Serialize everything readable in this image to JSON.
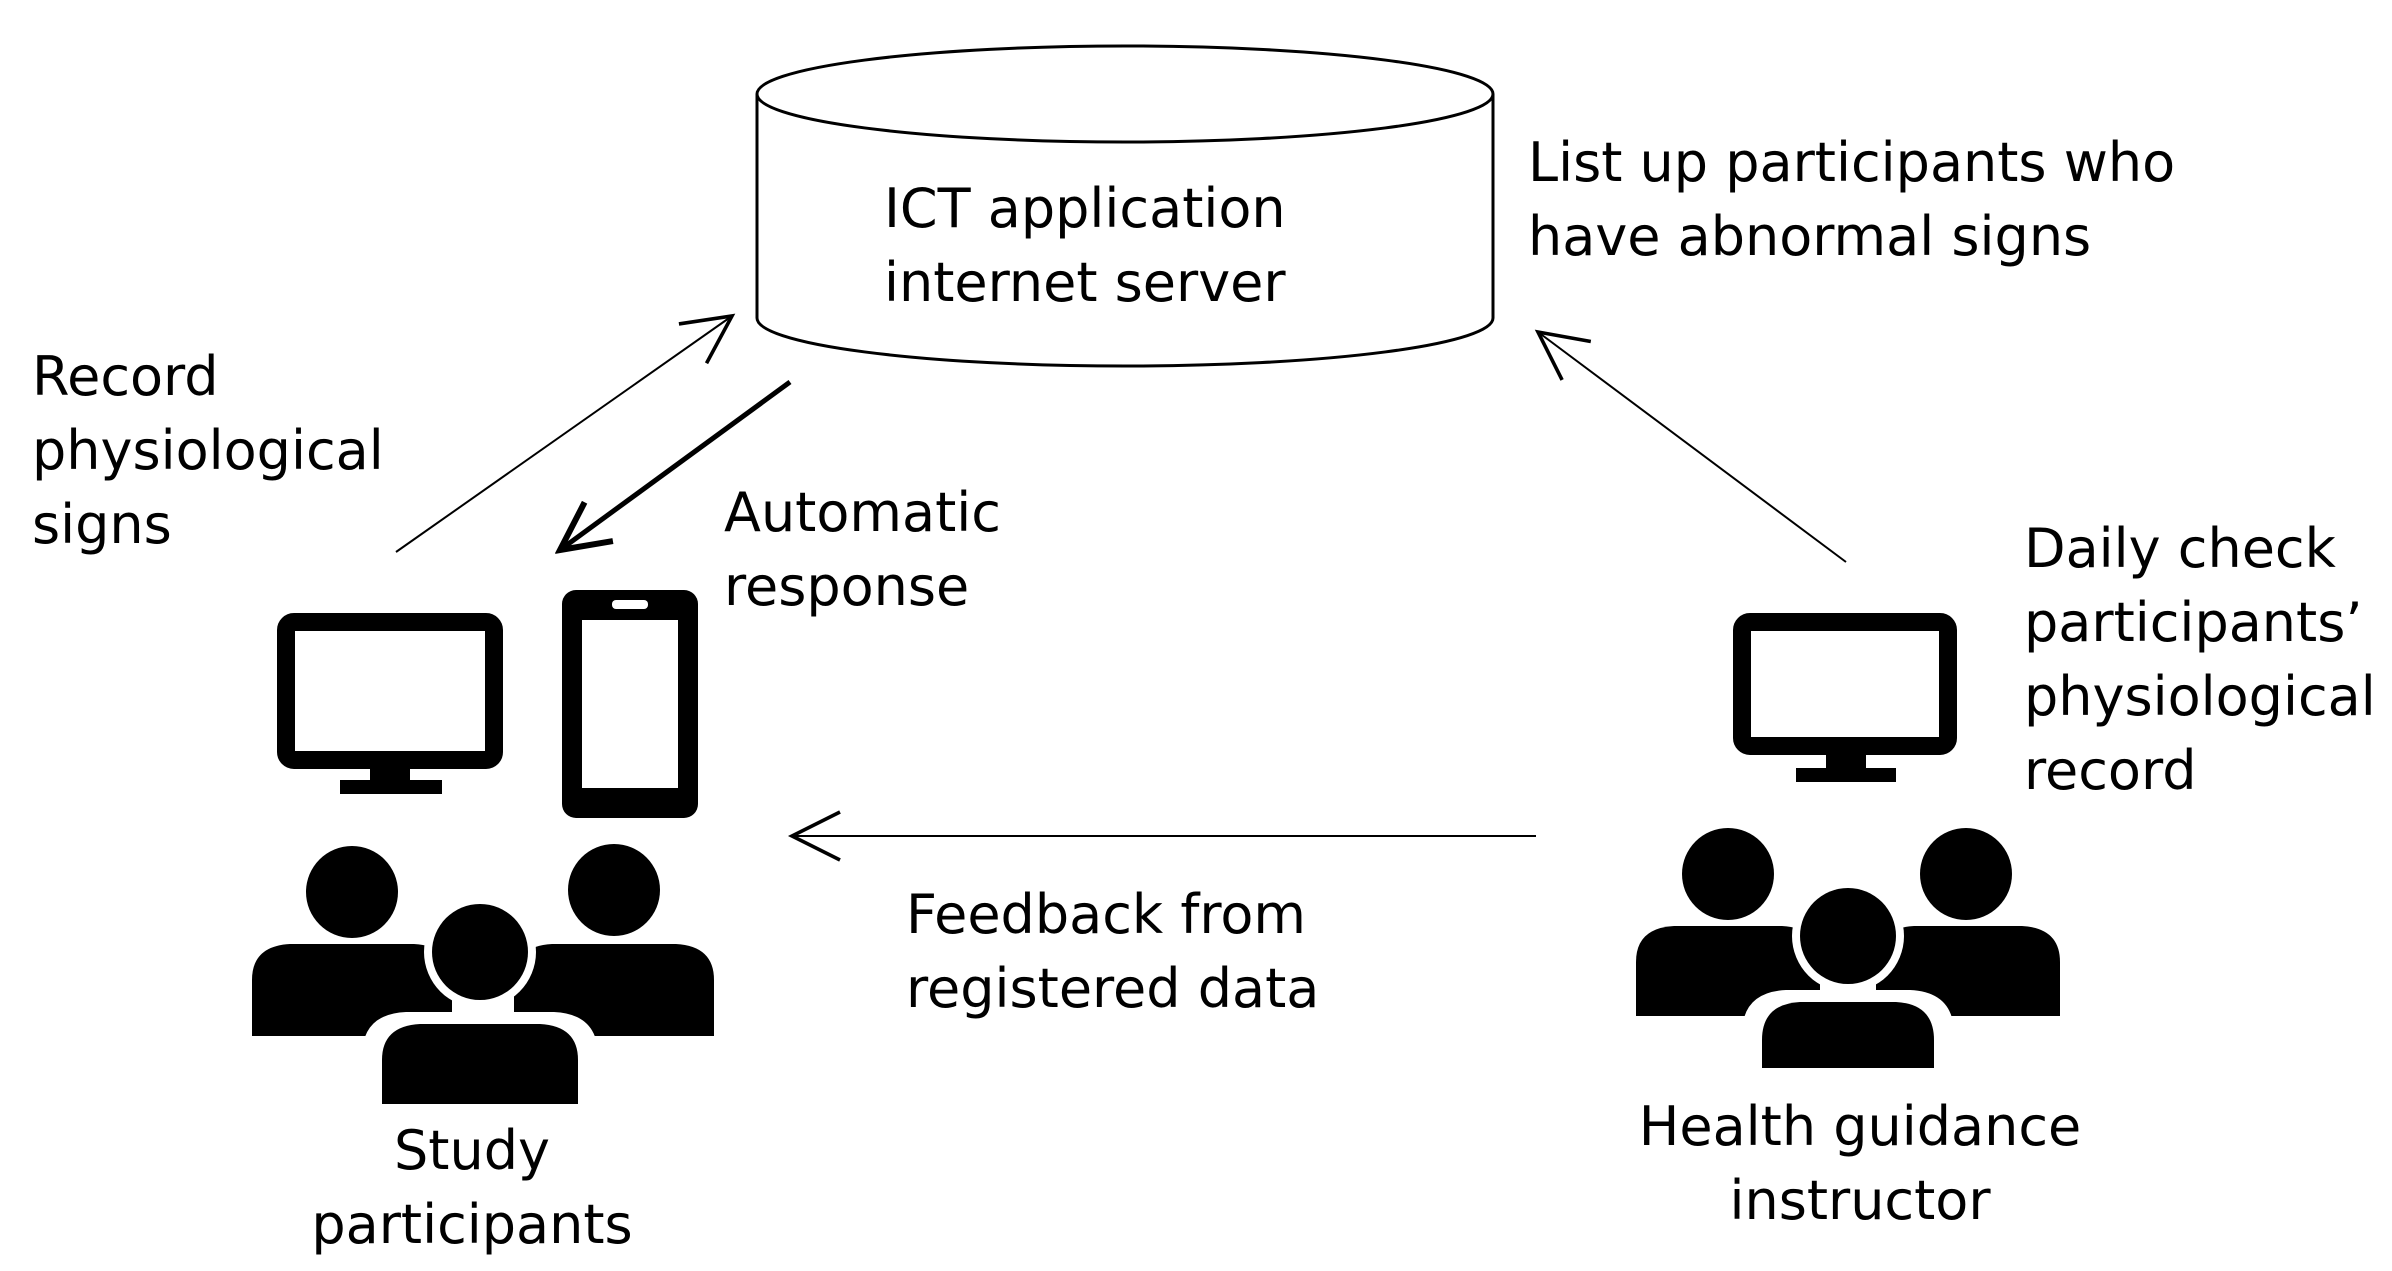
{
  "server": {
    "label_line1": "ICT application",
    "label_line2": "internet server"
  },
  "labels": {
    "list_up": [
      "List up participants who",
      "have abnormal signs"
    ],
    "record": [
      "Record",
      "physiological",
      "signs"
    ],
    "automatic": [
      "Automatic",
      "response"
    ],
    "daily_check": [
      "Daily check",
      "participants’",
      "physiological",
      "record"
    ],
    "feedback": [
      "Feedback from",
      "registered data"
    ],
    "study_participants": [
      "Study",
      "participants"
    ],
    "instructor": [
      "Health guidance",
      "instructor"
    ]
  },
  "icons": {
    "participants_monitor": "monitor-icon",
    "participants_phone": "smartphone-icon",
    "participants_group": "people-group-icon",
    "instructor_monitor": "monitor-icon",
    "instructor_group": "people-group-icon"
  },
  "colors": {
    "ink": "#000000",
    "background": "#ffffff"
  }
}
